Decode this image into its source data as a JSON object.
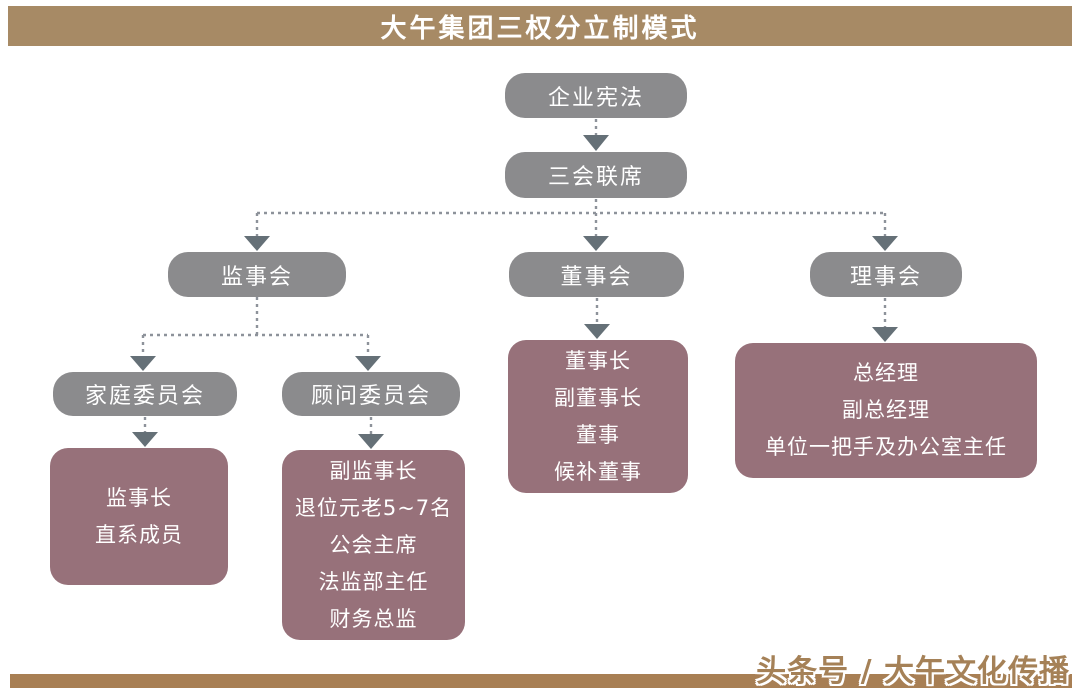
{
  "header": {
    "title": "大午集团三权分立制模式"
  },
  "footer": {
    "watermark": "头条号 / 大午文化传播"
  },
  "colors": {
    "title_bar_bg": "#a78a65",
    "footer_bar_bg": "#a87f54",
    "gray_node_bg": "#8b8b8d",
    "maroon_node_bg": "#97717a",
    "connector_line": "#8d929a",
    "arrowhead": "#657077",
    "node_text": "#ffffff"
  },
  "nodes": {
    "constitution": {
      "label": "企业宪法"
    },
    "joint_session": {
      "label": "三会联席"
    },
    "supervisory_board": {
      "label": "监事会"
    },
    "board_of_directors": {
      "label": "董事会"
    },
    "executive_council": {
      "label": "理事会"
    },
    "family_committee": {
      "label": "家庭委员会"
    },
    "advisory_committee": {
      "label": "顾问委员会"
    },
    "supervisory_members": {
      "lines": [
        "监事长",
        "直系成员"
      ]
    },
    "advisory_members": {
      "lines": [
        "副监事长",
        "退位元老5~7名",
        "公会主席",
        "法监部主任",
        "财务总监"
      ]
    },
    "director_members": {
      "lines": [
        "董事长",
        "副董事长",
        "董事",
        "候补董事"
      ]
    },
    "council_members": {
      "lines": [
        "总经理",
        "副总经理",
        "单位一把手及办公室主任"
      ]
    }
  }
}
